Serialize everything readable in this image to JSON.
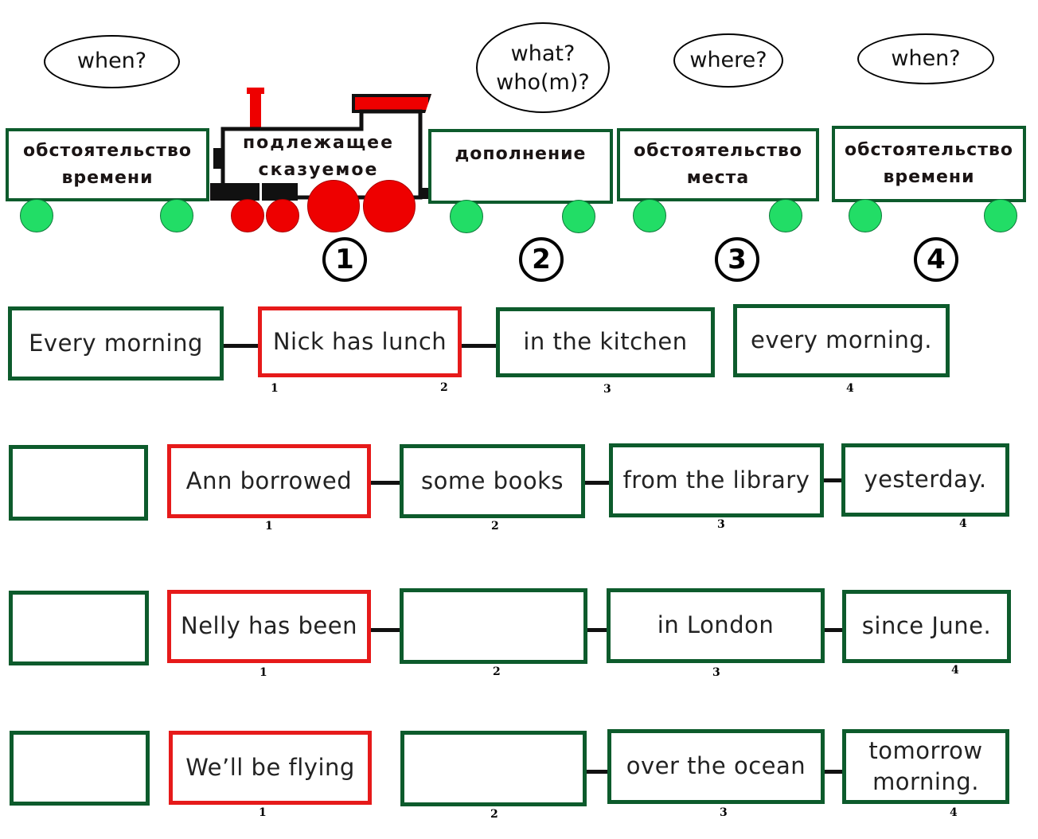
{
  "questions": [
    "when?",
    "what?\nwho(m)?",
    "where?",
    "when?"
  ],
  "cars": {
    "time_left": "обстоятельство\nвремени",
    "engine": "подлежащее\nсказуемое",
    "object": "дополнение",
    "place": "обстоятельство\nместа",
    "time_right": "обстоятельство\nвремени"
  },
  "column_numbers": [
    "1",
    "2",
    "3",
    "4"
  ],
  "rows": [
    {
      "cells": [
        "Every morning",
        "Nick has lunch",
        "in the kitchen",
        "every morning."
      ],
      "subscripts": [
        "1",
        "2",
        "3",
        "4"
      ]
    },
    {
      "cells": [
        "",
        "Ann borrowed",
        "some books",
        "from the library",
        "yesterday."
      ],
      "subscripts": [
        "1",
        "2",
        "3",
        "4"
      ]
    },
    {
      "cells": [
        "",
        "Nelly has been",
        "",
        "in London",
        "since June."
      ],
      "subscripts": [
        "1",
        "2",
        "3",
        "4"
      ]
    },
    {
      "cells": [
        "",
        "We’ll be flying",
        "",
        "over the ocean",
        "tomorrow morning."
      ],
      "subscripts": [
        "1",
        "2",
        "3",
        "4"
      ]
    }
  ],
  "colors": {
    "green_border": "#0d5b2c",
    "red_border": "#e61a1a",
    "wheel_green": "#22dd66",
    "engine_red": "#ee0000"
  }
}
